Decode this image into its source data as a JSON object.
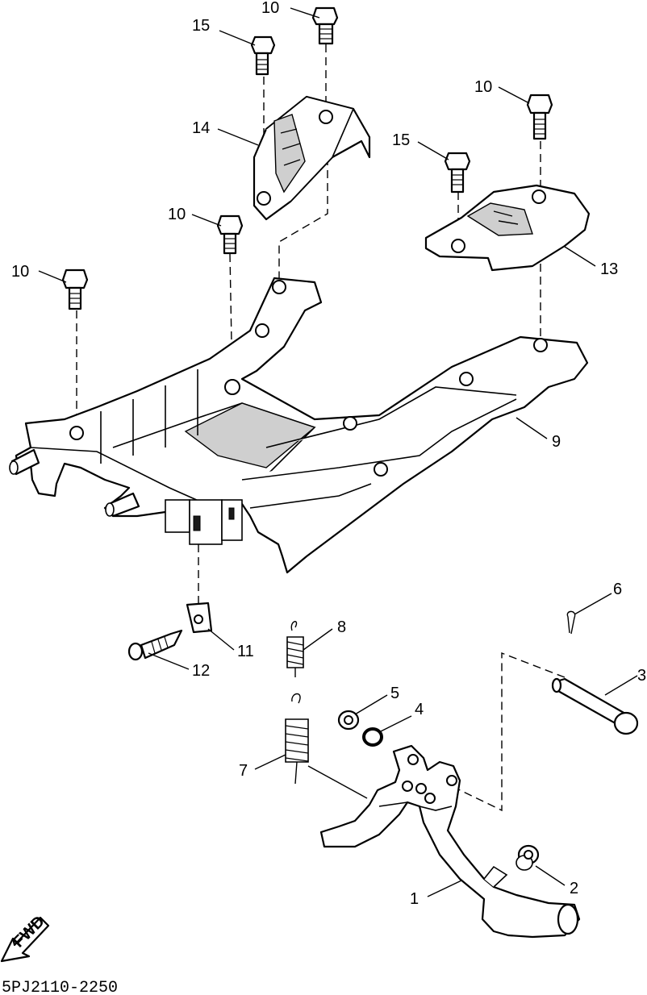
{
  "diagram_code": "5PJ2110-2250",
  "fwd_label": "FWD",
  "callouts": [
    {
      "id": "c1",
      "text": "1"
    },
    {
      "id": "c2",
      "text": "2"
    },
    {
      "id": "c3",
      "text": "3"
    },
    {
      "id": "c4",
      "text": "4"
    },
    {
      "id": "c5",
      "text": "5"
    },
    {
      "id": "c6",
      "text": "6"
    },
    {
      "id": "c7",
      "text": "7"
    },
    {
      "id": "c8",
      "text": "8"
    },
    {
      "id": "c9",
      "text": "9"
    },
    {
      "id": "c10a",
      "text": "10"
    },
    {
      "id": "c10b",
      "text": "10"
    },
    {
      "id": "c10c",
      "text": "10"
    },
    {
      "id": "c10d",
      "text": "10"
    },
    {
      "id": "c11",
      "text": "11"
    },
    {
      "id": "c12",
      "text": "12"
    },
    {
      "id": "c13",
      "text": "13"
    },
    {
      "id": "c14",
      "text": "14"
    },
    {
      "id": "c15a",
      "text": "15"
    },
    {
      "id": "c15b",
      "text": "15"
    }
  ]
}
